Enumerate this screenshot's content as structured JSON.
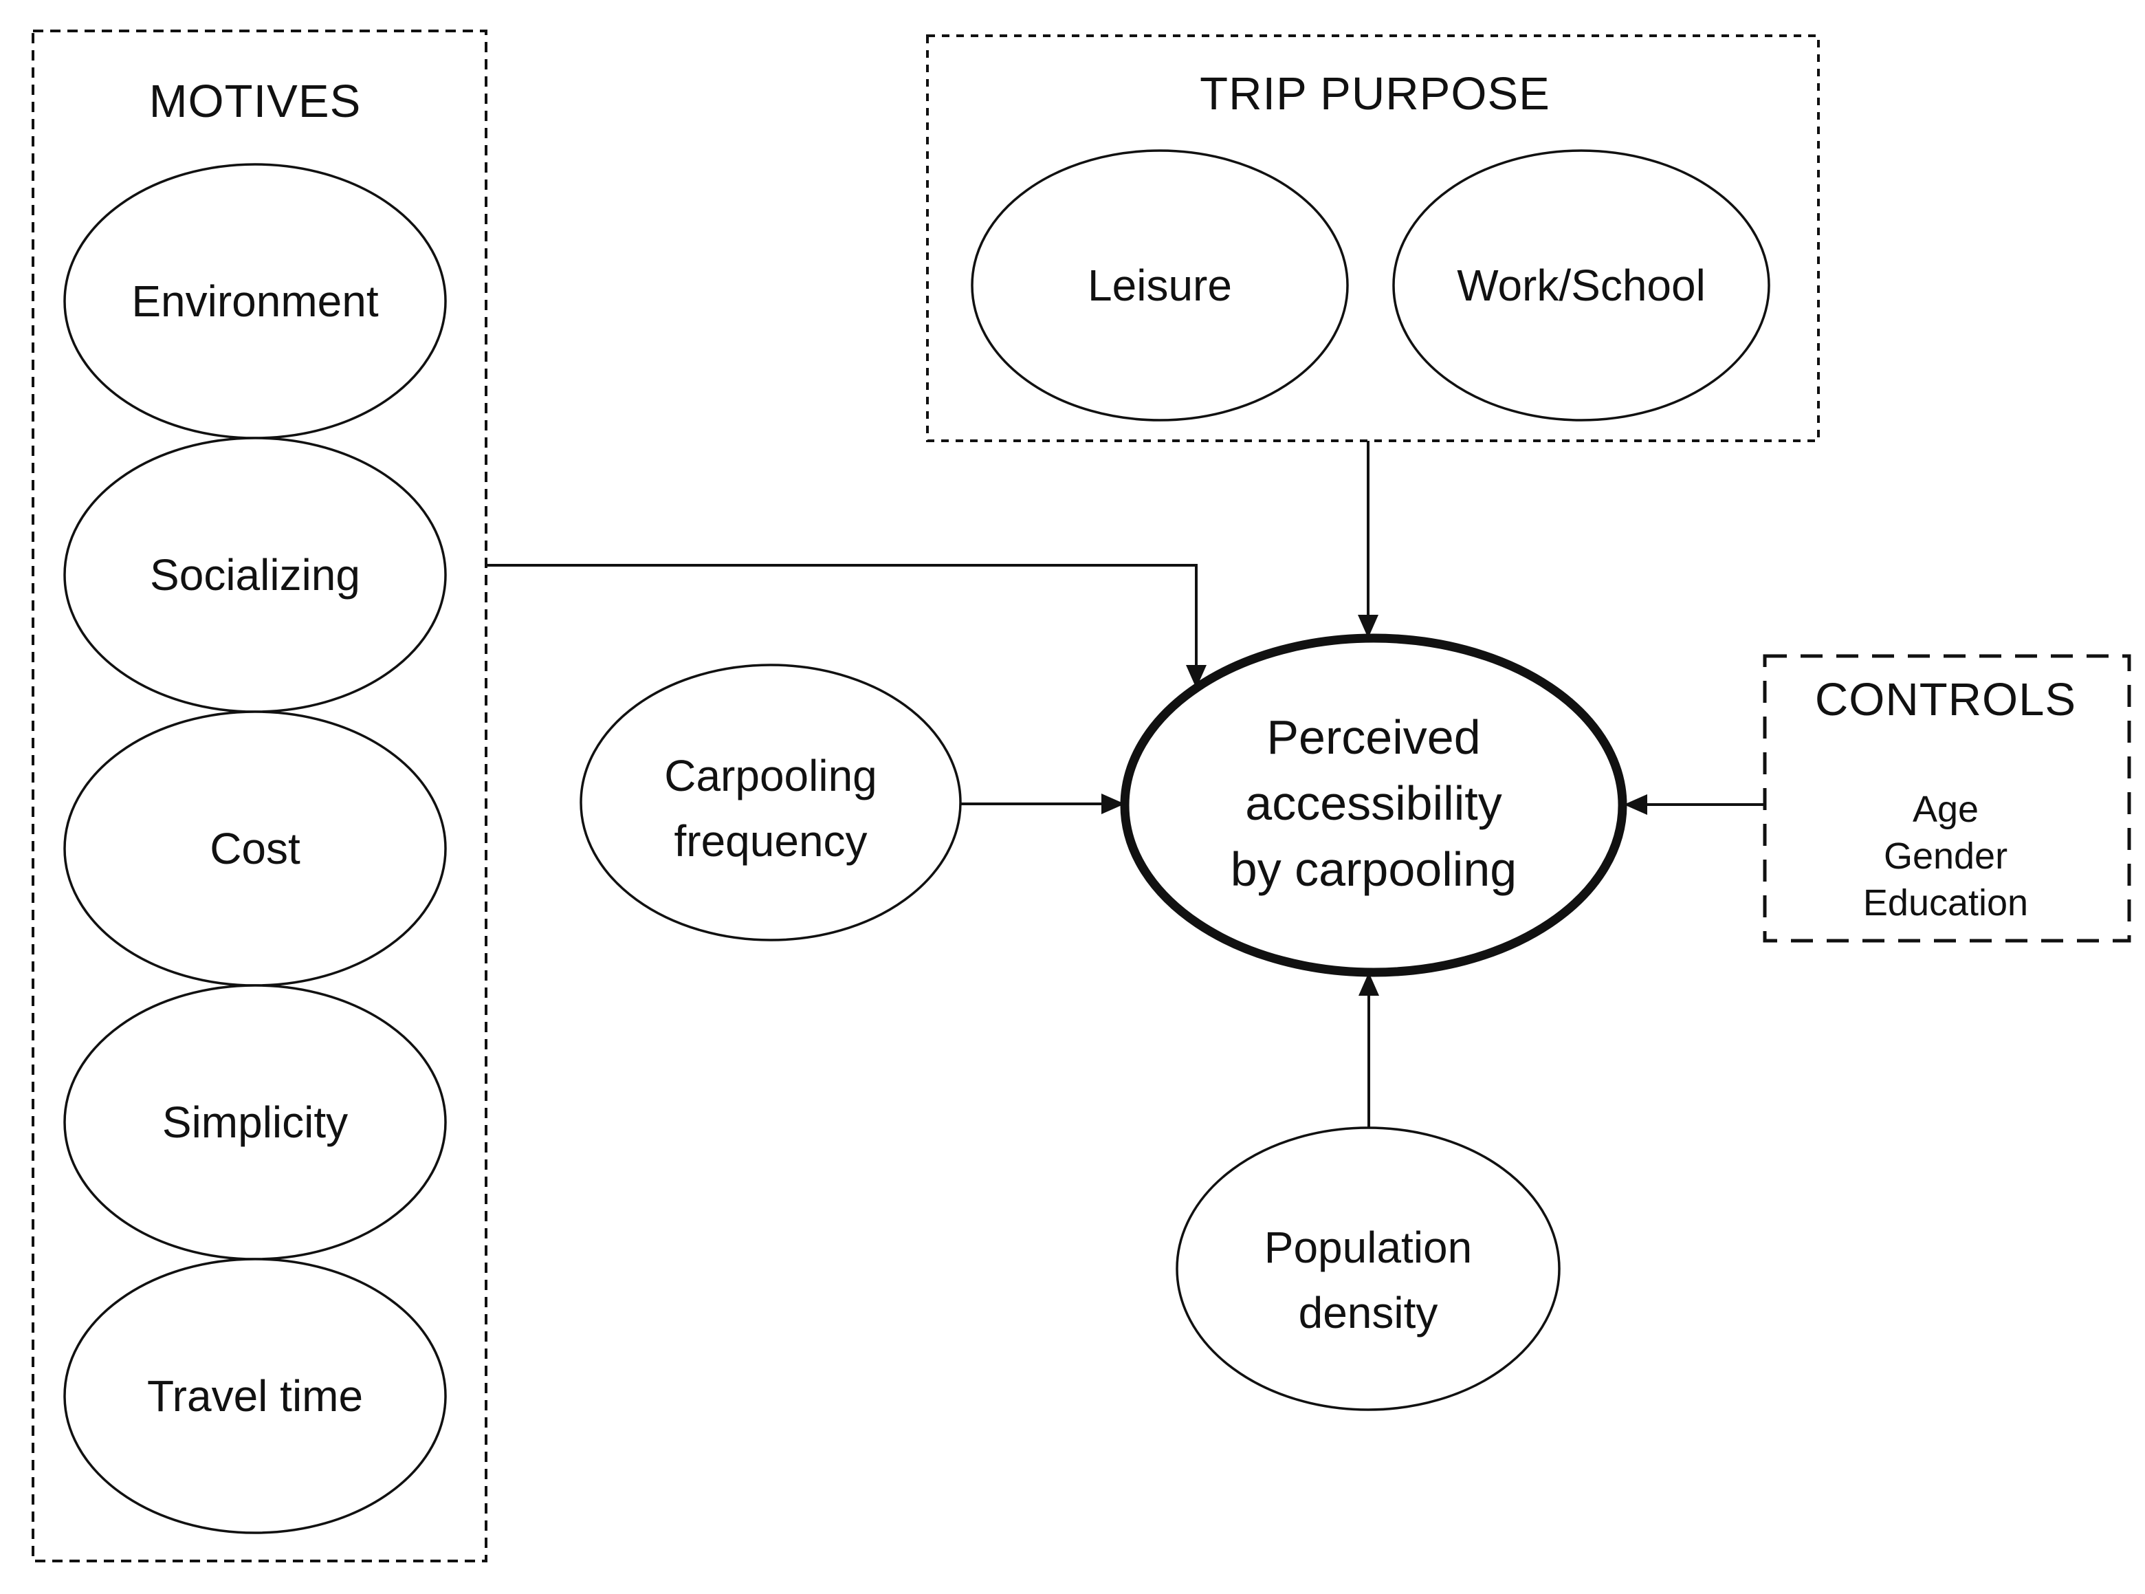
{
  "colors": {
    "ink": "#111111",
    "background": "#ffffff"
  },
  "motives": {
    "title": "MOTIVES",
    "items": [
      "Environment",
      "Socializing",
      "Cost",
      "Simplicity",
      "Travel time"
    ]
  },
  "trip_purpose": {
    "title": "TRIP PURPOSE",
    "items": [
      "Leisure",
      "Work/School"
    ]
  },
  "controls": {
    "title": "CONTROLS",
    "items": [
      "Age",
      "Gender",
      "Education"
    ]
  },
  "carpooling": {
    "label": "Carpooling frequency",
    "lines": [
      "Carpooling",
      "frequency"
    ]
  },
  "population": {
    "label": "Population density",
    "lines": [
      "Population",
      "density"
    ]
  },
  "center": {
    "label": "Perceived accessibility by carpooling",
    "lines": [
      "Perceived",
      "accessibility",
      "by carpooling"
    ]
  }
}
